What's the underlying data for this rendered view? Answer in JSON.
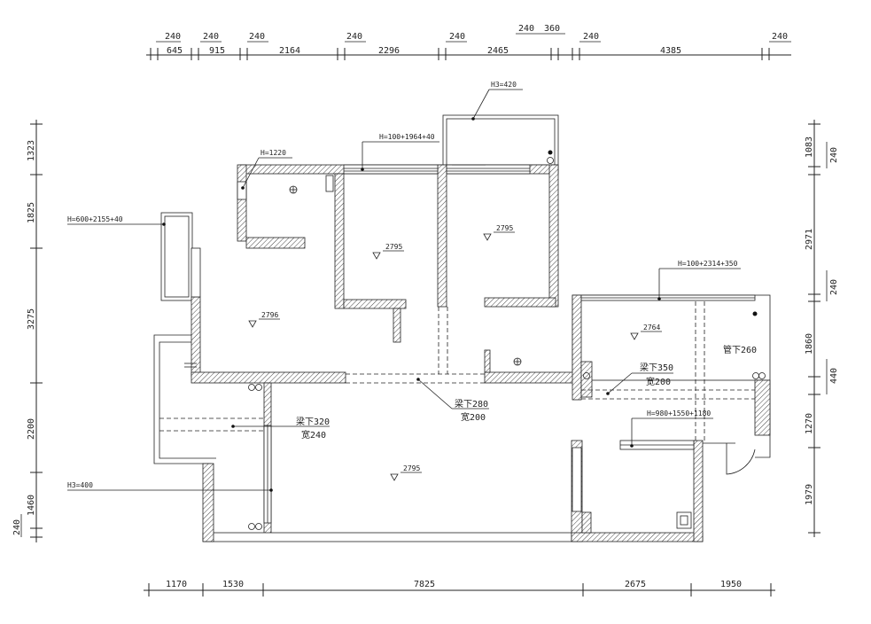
{
  "dimensions": {
    "top": [
      "240",
      "645",
      "240",
      "915",
      "240",
      "2164",
      "240",
      "2296",
      "240",
      "2465",
      "240",
      "360",
      "240",
      "4385",
      "240"
    ],
    "bottom": [
      "1170",
      "1530",
      "7825",
      "2675",
      "1950"
    ],
    "left": [
      "1323",
      "1825",
      "3275",
      "2200",
      "1460",
      "240"
    ],
    "right": [
      "1083",
      "240",
      "2971",
      "240",
      "1860",
      "440",
      "1270",
      "1979"
    ]
  },
  "annotations": {
    "h3_top": "H3=420",
    "h_top_window": "H=100+1964+40",
    "h_1220": "H=1220",
    "h_left_window": "H=600+2155+40",
    "h_right_window": "H=100+2314+350",
    "h_kitchen_window": "H=980+1550+1180",
    "h3_left": "H3=400"
  },
  "levels": {
    "left_room": "2796",
    "mid_room": "2795",
    "right_room": "2795",
    "east_room": "2764",
    "living": "2795"
  },
  "beams": {
    "beam_320": "梁下320",
    "beam_320_w": "宽240",
    "beam_280": "梁下280",
    "beam_280_w": "宽200",
    "beam_350": "梁下350",
    "beam_350_w": "宽200",
    "pipe_260": "管下260"
  }
}
